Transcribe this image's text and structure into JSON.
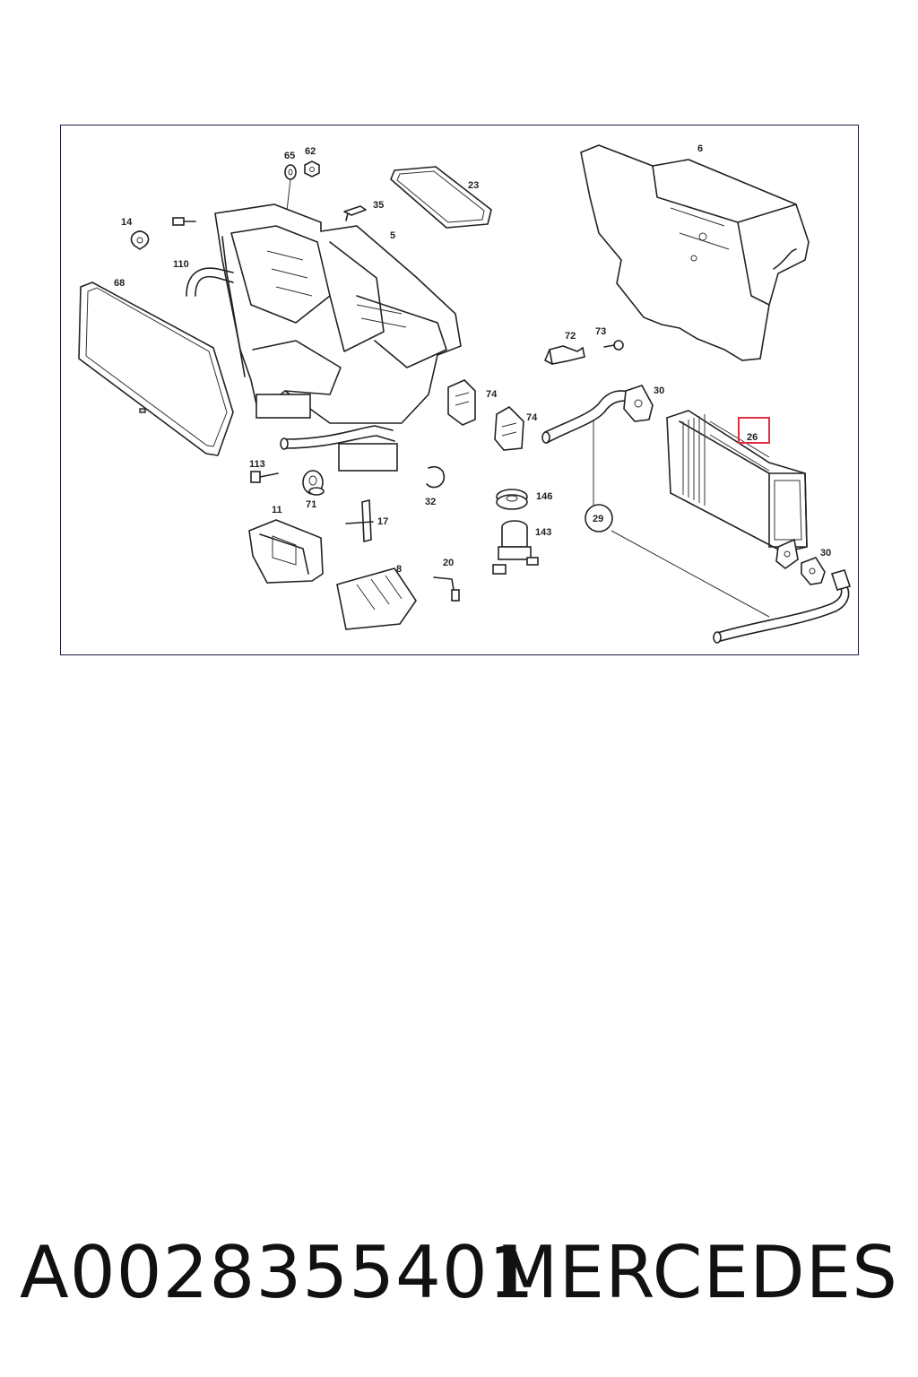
{
  "diagram": {
    "highlight_color": "#e03040",
    "line_color": "#222222",
    "highlighted_callout": "26",
    "callouts": {
      "c65": "65",
      "c62": "62",
      "c23": "23",
      "c35": "35",
      "c5": "5",
      "c14": "14",
      "c110": "110",
      "c68": "68",
      "c6": "6",
      "c72": "72",
      "c73": "73",
      "c74a": "74",
      "c74b": "74",
      "c30a": "30",
      "c26": "26",
      "c113": "113",
      "c71": "71",
      "c32": "32",
      "c146": "146",
      "c29": "29",
      "c11": "11",
      "c17": "17",
      "c143": "143",
      "c8": "8",
      "c20": "20",
      "c30b": "30"
    }
  },
  "caption": {
    "part_number": "A0028355401",
    "brand": "MERCEDES"
  }
}
